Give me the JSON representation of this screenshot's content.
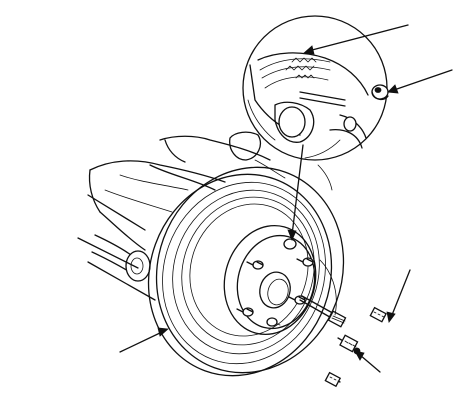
{
  "diagram": {
    "colors": {
      "ink": "#111111",
      "paper": "#ffffff"
    },
    "parts": [
      {
        "id": "brake-disc",
        "kind": "rotor"
      },
      {
        "id": "wheel-hub",
        "kind": "hub"
      },
      {
        "id": "wheel-stud",
        "kind": "stud",
        "count": 4
      },
      {
        "id": "disc-retaining-screw",
        "kind": "screw",
        "count": 2
      },
      {
        "id": "bolt",
        "kind": "bolt",
        "count": 2
      },
      {
        "id": "plug",
        "kind": "plug",
        "count": 1
      },
      {
        "id": "parking-brake-shoe",
        "kind": "shoe"
      },
      {
        "id": "detail-inset",
        "kind": "magnified-view"
      }
    ],
    "leaders": 6
  }
}
